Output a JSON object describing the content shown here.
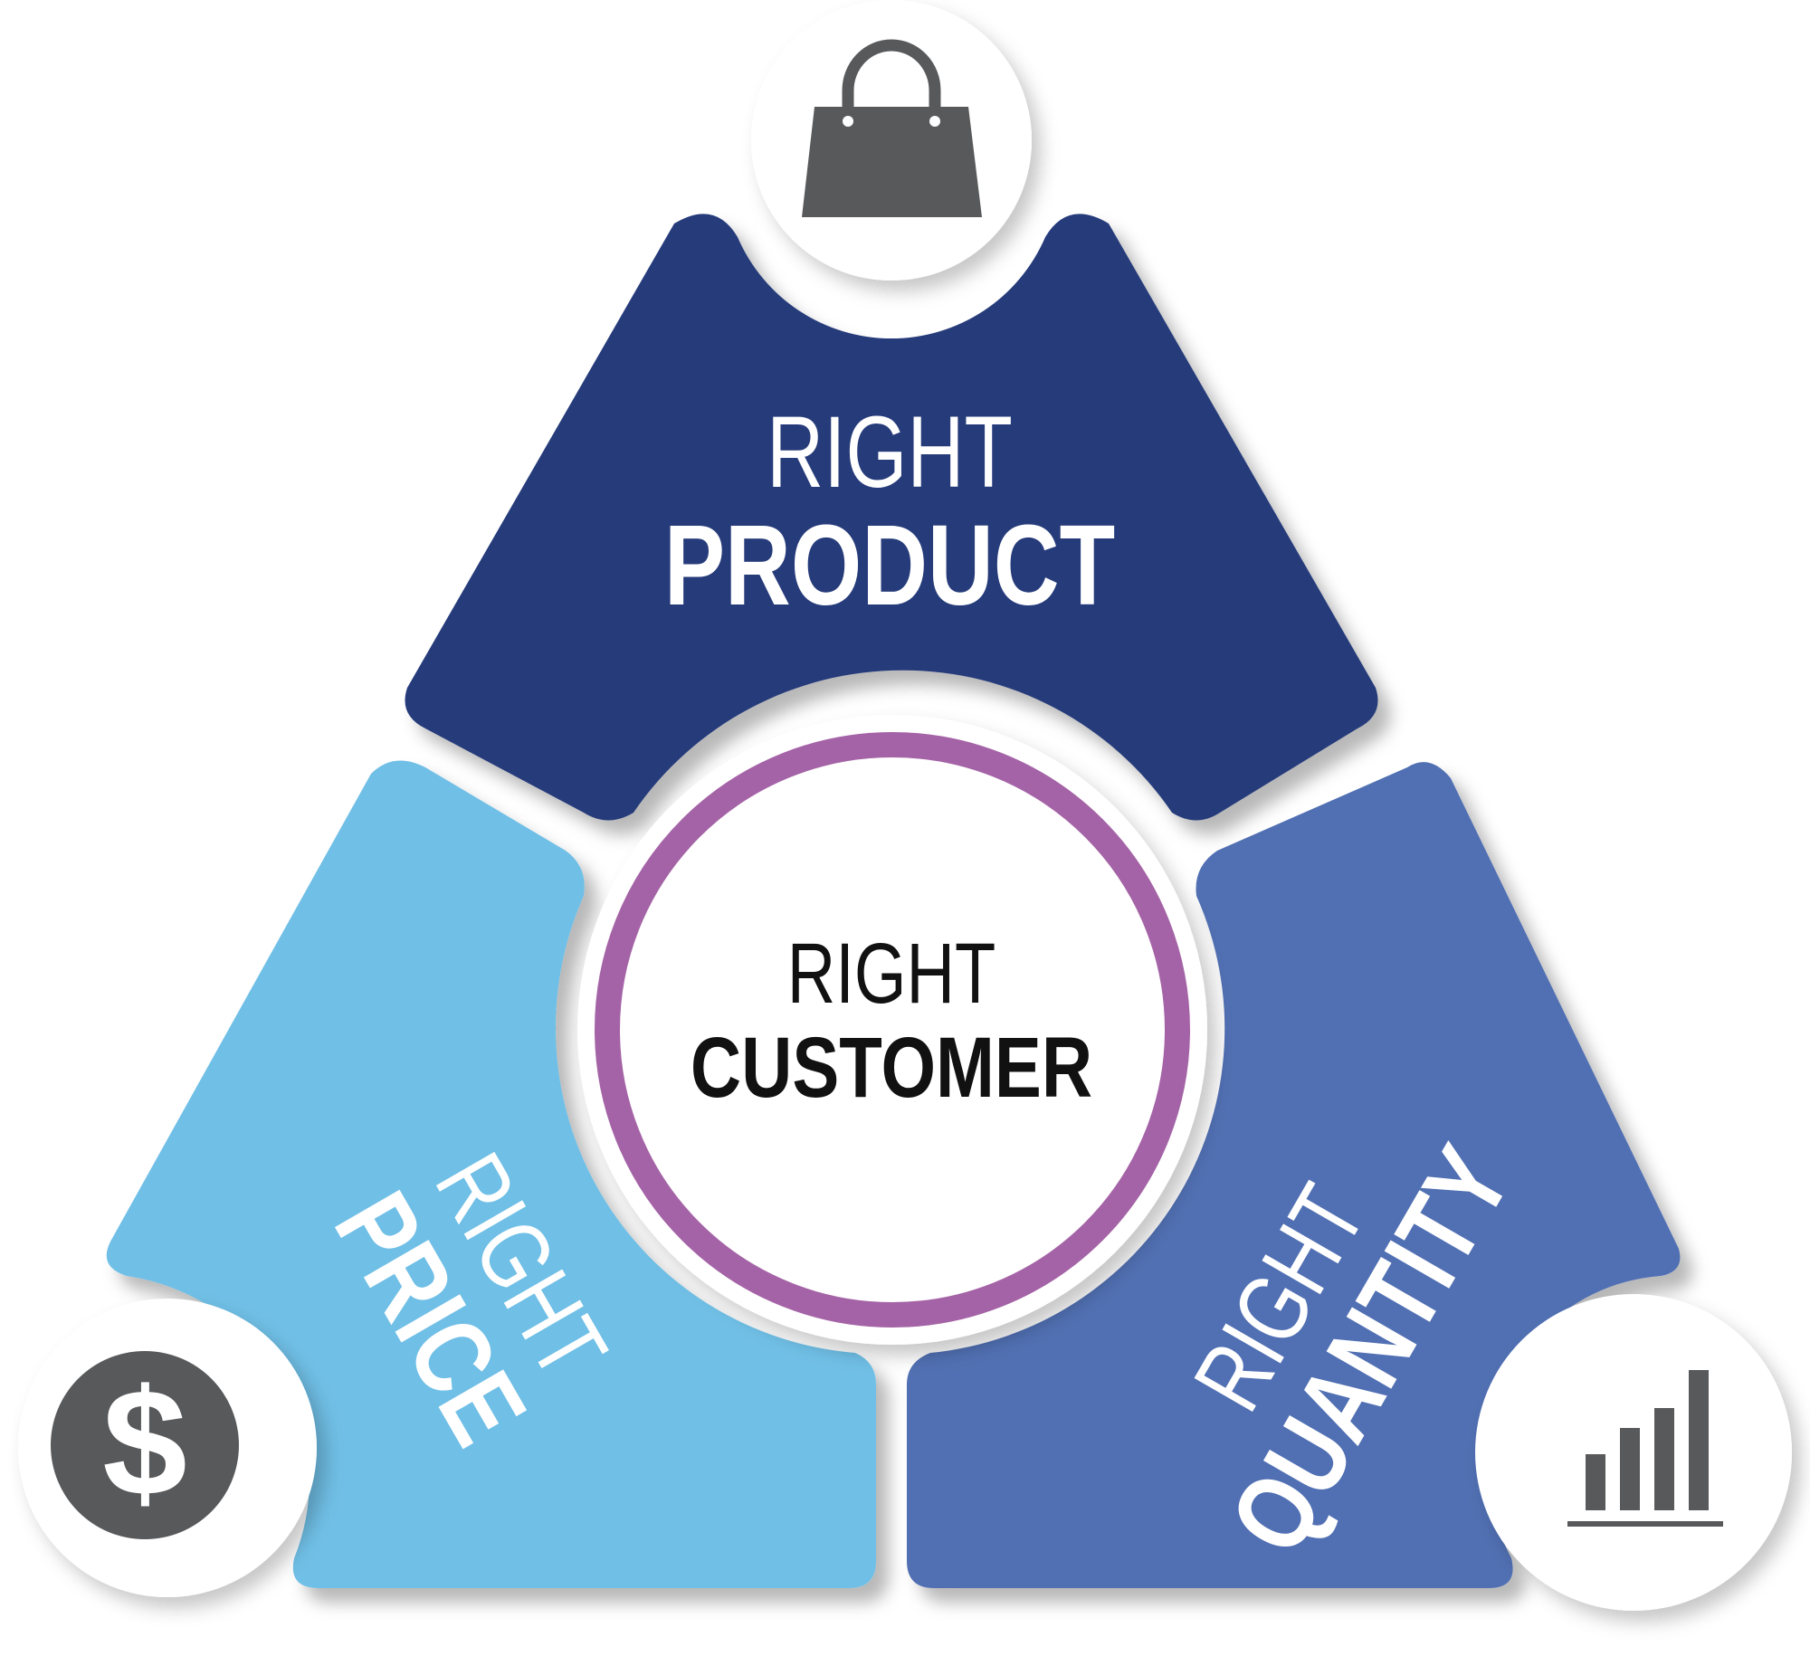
{
  "colors": {
    "product": "#253b7a",
    "price": "#70bfe6",
    "quantity": "#5170b3",
    "ring": "#a463a6",
    "icon": "#58595b",
    "text_light": "#ffffff",
    "text_dark": "#111111"
  },
  "center": {
    "line1": "RIGHT",
    "line2": "CUSTOMER"
  },
  "segments": {
    "product": {
      "line1": "RIGHT",
      "line2": "PRODUCT",
      "icon": "shopping-bag-icon"
    },
    "price": {
      "line1": "RIGHT",
      "line2": "PRICE",
      "icon": "dollar-icon"
    },
    "quantity": {
      "line1": "RIGHT",
      "line2": "QUANTITY",
      "icon": "bar-chart-icon"
    }
  }
}
